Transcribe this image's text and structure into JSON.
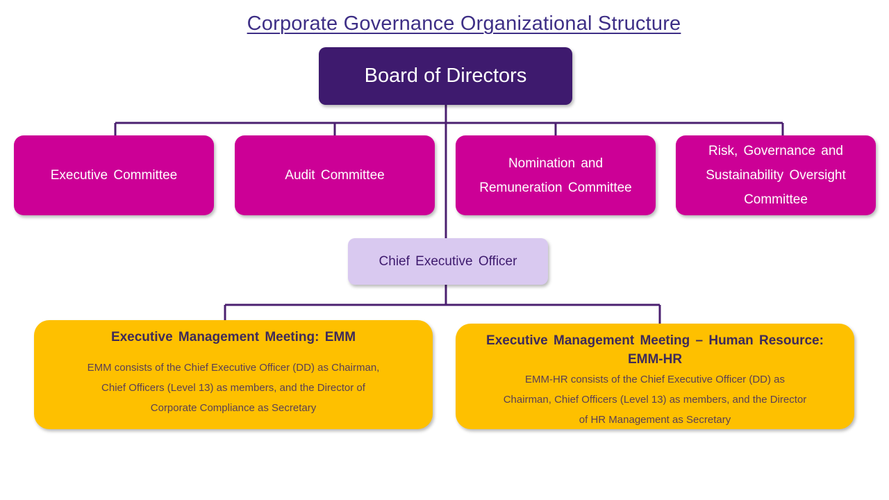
{
  "title": "Corporate Governance Organizational Structure",
  "board": {
    "label": "Board of Directors"
  },
  "committees": [
    {
      "label": "Executive Committee"
    },
    {
      "label": "Audit Committee"
    },
    {
      "label": "Nomination and Remuneration Committee"
    },
    {
      "label": "Risk, Governance and Sustainability Oversight Committee"
    }
  ],
  "ceo": {
    "label": "Chief Executive Officer"
  },
  "meetings": [
    {
      "title": "Executive Management Meeting: EMM",
      "description": "EMM consists of the Chief Executive Officer (DD) as Chairman, Chief Officers (Level 13) as members, and the Director of Corporate Compliance as Secretary"
    },
    {
      "title": "Executive Management Meeting – Human Resource: EMM-HR",
      "description": "EMM-HR consists of the Chief Executive Officer (DD) as Chairman, Chief Officers (Level 13) as members, and the Director of HR Management as Secretary"
    }
  ],
  "colors": {
    "board": "#3e1a6e",
    "committee": "#cc0096",
    "ceo": "#d9c9f0",
    "meeting": "#fec000",
    "connector": "#4b2070",
    "title": "#3e2f86"
  }
}
